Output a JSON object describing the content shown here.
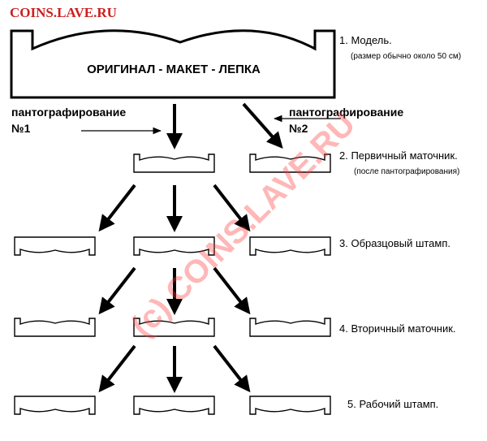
{
  "site_logo": "COINS.LAVE.RU",
  "watermark": "(c) COINS.LAVE.RU",
  "model_label": "ОРИГИНАЛ - МАКЕТ - ЛЕПКА",
  "stages": {
    "s1": "1. Модель.",
    "s1_note": "(размер обычно около 50 см)",
    "s2": "2. Первичный маточник.",
    "s2_note": "(после пантографирования)",
    "s3": "3. Образцовый штамп.",
    "s4": "4. Вторичный маточник.",
    "s5": "5. Рабочий штамп."
  },
  "pantograph": {
    "p1_word": "пантографирование",
    "p1_num": "№1",
    "p2_word": "пантографирование",
    "p2_num": "№2"
  },
  "colors": {
    "logo": "#cc1f1f",
    "watermark": "#ff3b3b",
    "ink": "#000000"
  }
}
